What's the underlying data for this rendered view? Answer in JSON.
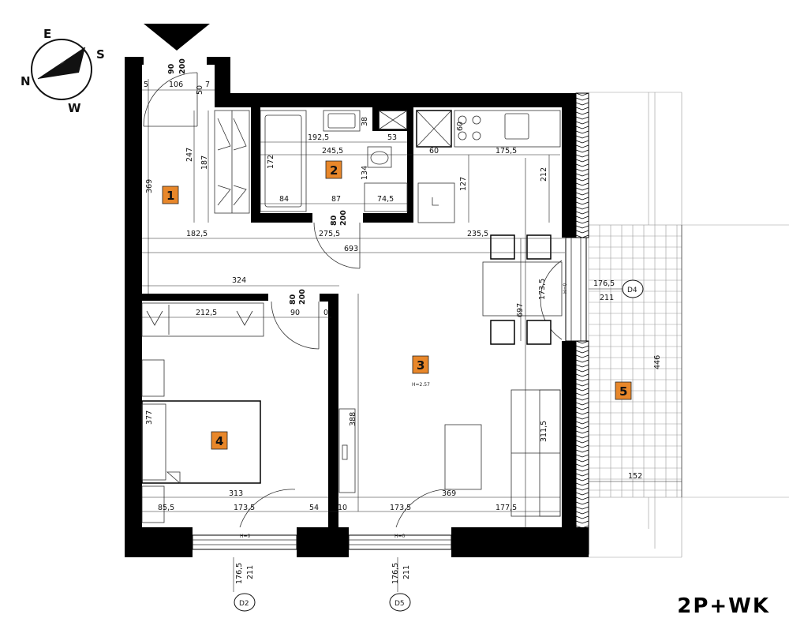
{
  "apartment_type": "2P+WK",
  "compass": {
    "labels": {
      "n": "N",
      "e": "E",
      "s": "S",
      "w": "W"
    }
  },
  "colors": {
    "room_badge": "#e8872a",
    "wall": "#000000"
  },
  "rooms": [
    {
      "number": "1"
    },
    {
      "number": "2"
    },
    {
      "number": "3",
      "height": "H=2.57"
    },
    {
      "number": "4"
    },
    {
      "number": "5"
    }
  ],
  "doors": {
    "entry": {
      "width": "90",
      "height": "200"
    },
    "bath": {
      "width": "80",
      "height": "200"
    },
    "bedroom": {
      "width": "80",
      "height": "200"
    }
  },
  "windows": [
    {
      "tag": "D2",
      "sill": "H=0",
      "width": "176,5",
      "height": "211"
    },
    {
      "tag": "D4",
      "sill": "H=0",
      "width": "176,5",
      "height": "211"
    },
    {
      "tag": "D5",
      "sill": "H=0",
      "width": "176,5",
      "height": "211"
    }
  ],
  "dimensions": {
    "d106": "106",
    "d5": "5",
    "d7": "7",
    "d50": "50",
    "d247": "247",
    "d187": "187",
    "d369": "369",
    "d1925": "192,5",
    "d38": "38",
    "d53": "53",
    "d2455": "245,5",
    "d60a": "60",
    "d1755": "175,5",
    "d60b": "60",
    "d172": "172",
    "d134": "134",
    "d127": "127",
    "d212": "212",
    "d84": "84",
    "d87": "87",
    "d745": "74,5",
    "d1825": "182,5",
    "d2755": "275,5",
    "d2355": "235,5",
    "d693": "693",
    "d324": "324",
    "d2125": "212,5",
    "d90": "90",
    "d0": "0",
    "d1735a": "173,5",
    "d697": "697",
    "d1765": "176,5",
    "d211": "211",
    "d446": "446",
    "d377": "377",
    "d388": "388",
    "d3115": "311,5",
    "d313": "313",
    "d369b": "369",
    "d152": "152",
    "d855": "85,5",
    "d1735b": "173,5",
    "d54": "54",
    "d10": "10",
    "d1735c": "173,5",
    "d1775": "177,5"
  }
}
